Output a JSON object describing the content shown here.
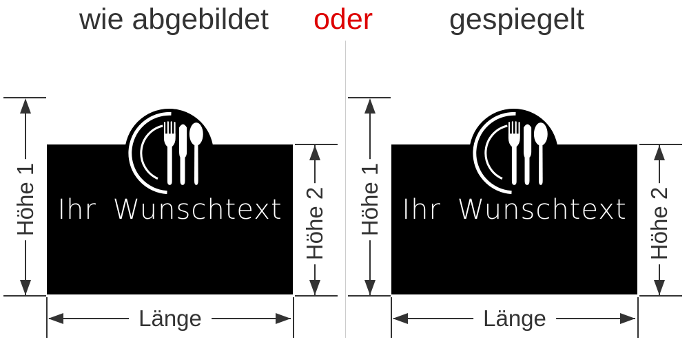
{
  "header": {
    "option_as_shown": "wie abgebildet",
    "conjunction": "oder",
    "option_mirrored": "gespiegelt"
  },
  "panels": [
    {
      "option": "wie abgebildet",
      "plaque_text": "Ihr Wunschtext",
      "dimensions": {
        "height1": "Höhe 1",
        "height2": "Höhe 2",
        "length": "Länge"
      }
    },
    {
      "option": "gespiegelt",
      "plaque_text": "Ihr Wunschtext",
      "dimensions": {
        "height1": "Höhe 1",
        "height2": "Höhe 2",
        "length": "Länge"
      }
    }
  ],
  "logo": {
    "icon": "plate-with-cutlery-icon",
    "parts": [
      "plate-rim-arc-outer",
      "plate-rim-arc-inner",
      "fork-icon",
      "knife-icon",
      "spoon-icon"
    ]
  },
  "colors": {
    "accent_red": "#dd0000",
    "heading_text": "#333333",
    "dimension_lines": "#333333",
    "plaque_background": "#000000",
    "plaque_text": "#ffffff",
    "divider": "#cccccc"
  }
}
